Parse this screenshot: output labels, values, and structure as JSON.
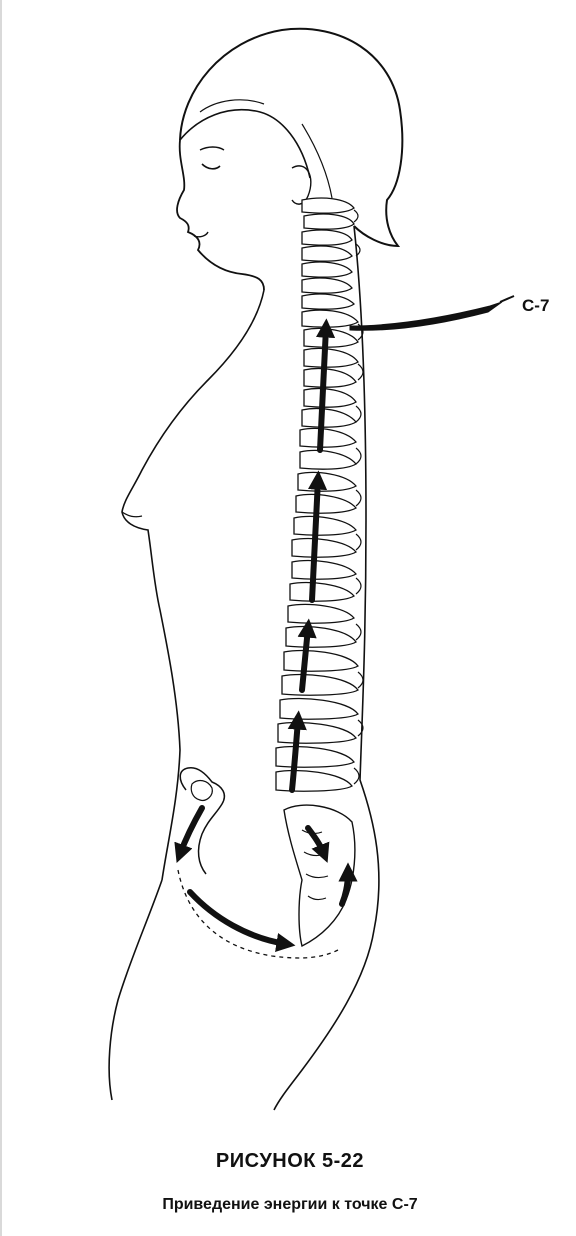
{
  "diagram": {
    "point_label": "C-7",
    "title": "РИСУНОК 5-22",
    "caption": "Приведение энергии к точке С-7"
  },
  "colors": {
    "ink": "#111111",
    "background": "#ffffff"
  }
}
